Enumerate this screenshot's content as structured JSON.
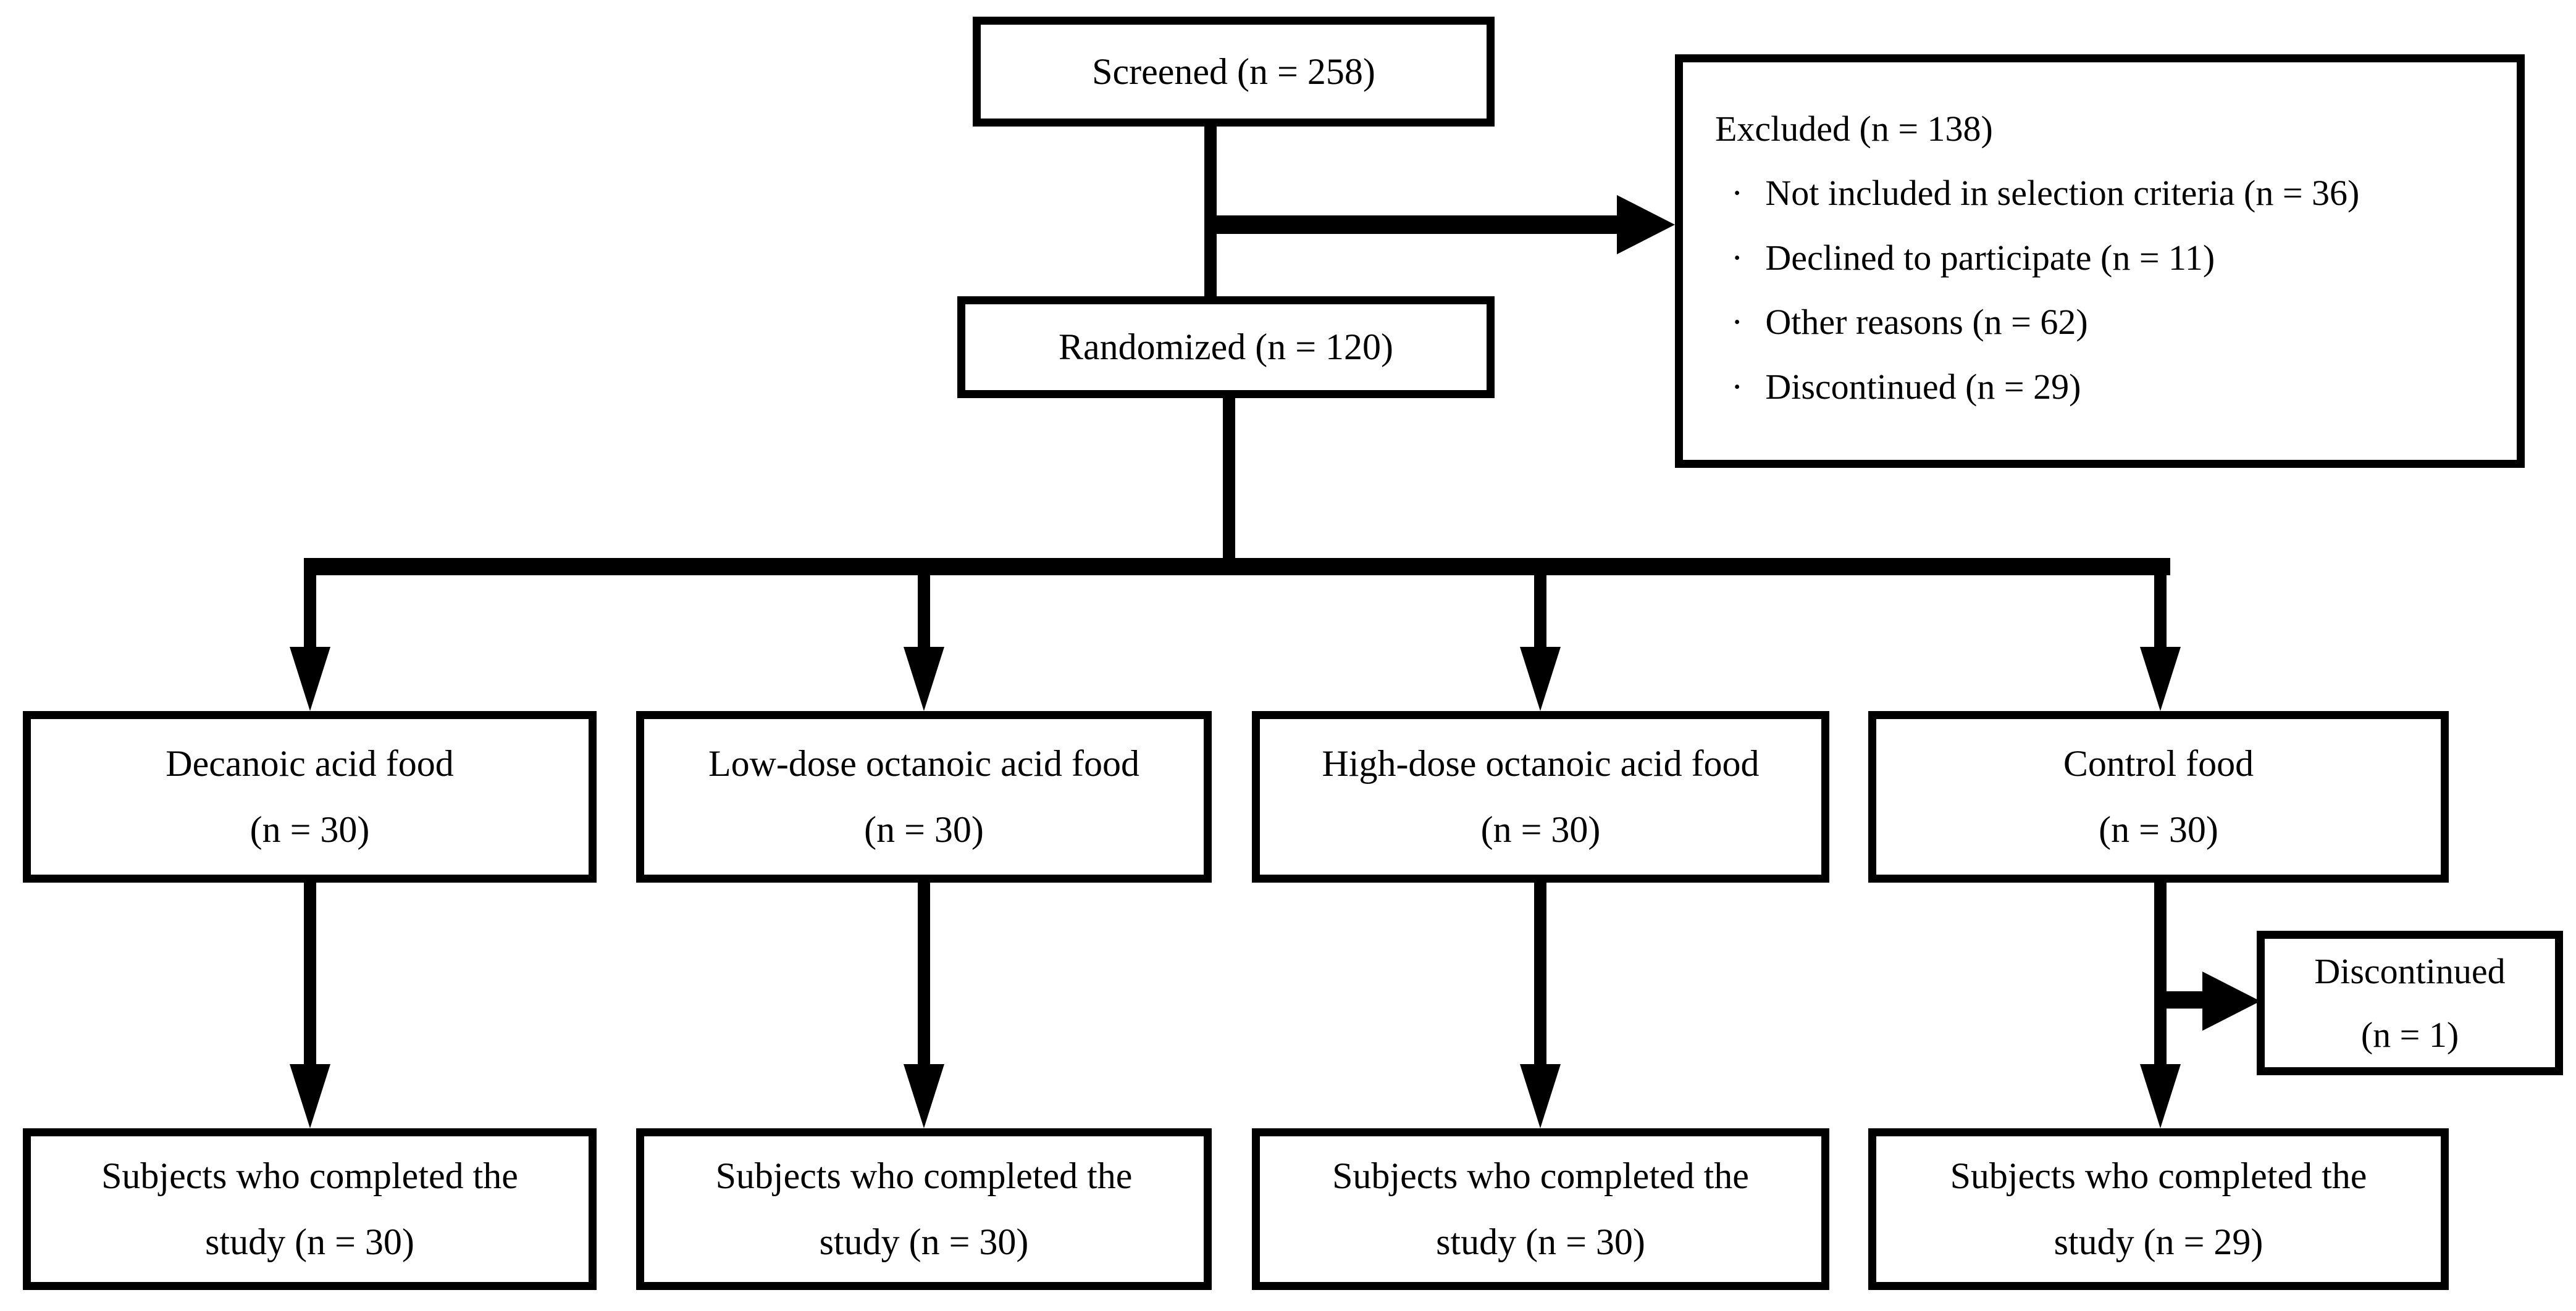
{
  "flow": {
    "colors": {
      "line": "#000000",
      "background": "#ffffff"
    },
    "screened": {
      "label": "Screened (n = 258)"
    },
    "excluded": {
      "title": "Excluded (n = 138)",
      "bullet": "·",
      "items": [
        "Not included in selection criteria (n = 36)",
        "Declined to participate (n = 11)",
        "Other reasons (n = 62)",
        "Discontinued (n = 29)"
      ]
    },
    "randomized": {
      "label": "Randomized (n = 120)"
    },
    "groups": [
      {
        "line1": "Decanoic acid food",
        "line2": "(n = 30)"
      },
      {
        "line1": "Low-dose octanoic acid food",
        "line2": "(n = 30)"
      },
      {
        "line1": "High-dose octanoic acid food",
        "line2": "(n = 30)"
      },
      {
        "line1": "Control food",
        "line2": "(n = 30)"
      }
    ],
    "discontinued": {
      "line1": "Discontinued",
      "line2": "(n = 1)"
    },
    "completed": [
      {
        "line1": "Subjects who completed the",
        "line2": "study (n = 30)"
      },
      {
        "line1": "Subjects who completed the",
        "line2": "study (n = 30)"
      },
      {
        "line1": "Subjects who completed the",
        "line2": "study (n = 30)"
      },
      {
        "line1": "Subjects who completed the",
        "line2": "study (n = 29)"
      }
    ]
  }
}
